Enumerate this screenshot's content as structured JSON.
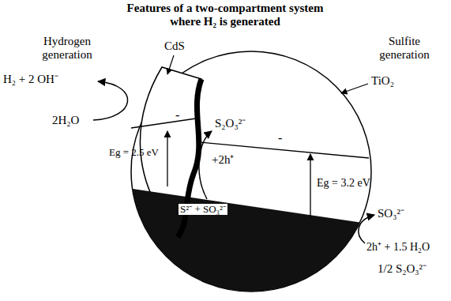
{
  "diagram": {
    "title": "Features of a two-compartment system where H₂ is generated",
    "labels": [
      "Hydrogen generation",
      "Sulfite generation",
      "CdS",
      "TiO₂",
      "H₂ + 2 OH⁻",
      "2H₂O",
      "-",
      "Eg = 2.5 eV",
      "S₂O₃²⁻",
      "+2h⁺",
      "-",
      "Eg = 3.2 eV",
      "S²⁻ + SO₃²⁻",
      "SO₃²⁻",
      "2h⁺ + 1.5 H₂O",
      "1/2 S₂O₃²⁻"
    ]
  }
}
